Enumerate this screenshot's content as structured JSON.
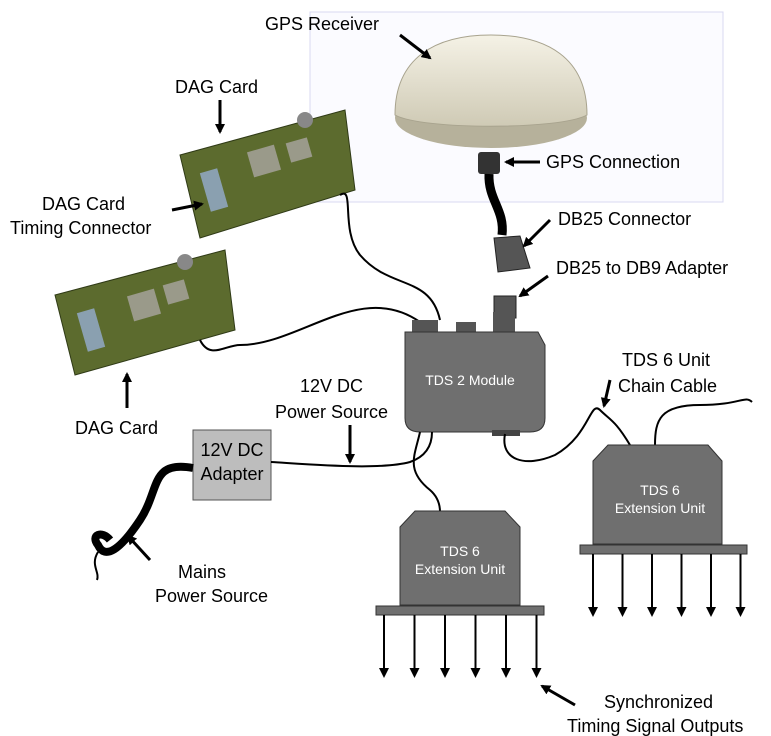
{
  "colors": {
    "module_fill": "#6f6f6f",
    "module_stroke": "#333333",
    "adapter_fill": "#bdbdbd",
    "cable": "#000000",
    "pcb": "#5c6b2e",
    "receiver_body": "#e7e3d2"
  },
  "labels": {
    "gps_receiver": "GPS Receiver",
    "gps_connection": "GPS Connection",
    "db25_connector": "DB25 Connector",
    "db25_to_db9": "DB25 to DB9 Adapter",
    "dag_card_top": "DAG Card",
    "dag_timing_line1": "DAG Card",
    "dag_timing_line2": "Timing Connector",
    "dag_card_bottom": "DAG Card",
    "tds6_chain_line1": "TDS 6 Unit",
    "tds6_chain_line2": "Chain Cable",
    "power_12v_line1": "12V DC",
    "power_12v_line2": "Power Source",
    "adapter_line1": "12V DC",
    "adapter_line2": "Adapter",
    "mains_line1": "Mains",
    "mains_line2": "Power Source",
    "sync_line1": "Synchronized",
    "sync_line2": "Timing Signal Outputs"
  },
  "modules": {
    "tds2": "TDS 2 Module",
    "ext_left_line1": "TDS 6",
    "ext_left_line2": "Extension Unit",
    "ext_right_line1": "TDS 6",
    "ext_right_line2": "Extension Unit"
  },
  "icons": [
    "gps-receiver-dome",
    "dag-card-pcb",
    "arrow-icon",
    "cable",
    "output-arrow-icon"
  ]
}
